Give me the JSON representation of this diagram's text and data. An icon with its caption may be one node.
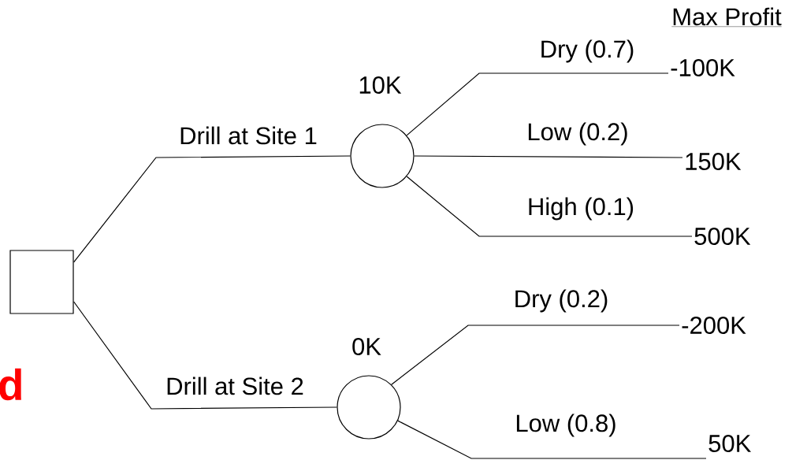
{
  "diagram": {
    "nodes": [
      {
        "text": [],
        "shape": "box"
      },
      {
        "text": [],
        "shape": "circle",
        "beside": [
          "10K"
        ]
      },
      {
        "text": [],
        "shape": "circle",
        "beside": [
          "0K"
        ]
      },
      {
        "text": [
          "-100K"
        ]
      },
      {
        "text": [
          "150K"
        ]
      },
      {
        "text": [
          "500K"
        ]
      },
      {
        "text": [
          "-200K"
        ]
      },
      {
        "text": [
          "50K"
        ]
      }
    ],
    "edges": [
      {
        "from": 0,
        "to": 1,
        "arrow": "none",
        "label": "Drill at Site 1"
      },
      {
        "from": 0,
        "to": 2,
        "arrow": "none",
        "label": "Drill at Site 2"
      },
      {
        "from": 1,
        "to": 3,
        "arrow": "none",
        "label": "Dry (0.7)"
      },
      {
        "from": 1,
        "to": 4,
        "arrow": "none",
        "label": "Low (0.2)"
      },
      {
        "from": 1,
        "to": 5,
        "arrow": "none",
        "label": "High (0.1)"
      },
      {
        "from": 2,
        "to": 6,
        "arrow": "none",
        "label": "Dry (0.2)"
      },
      {
        "from": 2,
        "to": 7,
        "arrow": "none",
        "label": "Low (0.8)"
      }
    ],
    "labels": [
      "Max Profit",
      "d"
    ]
  }
}
